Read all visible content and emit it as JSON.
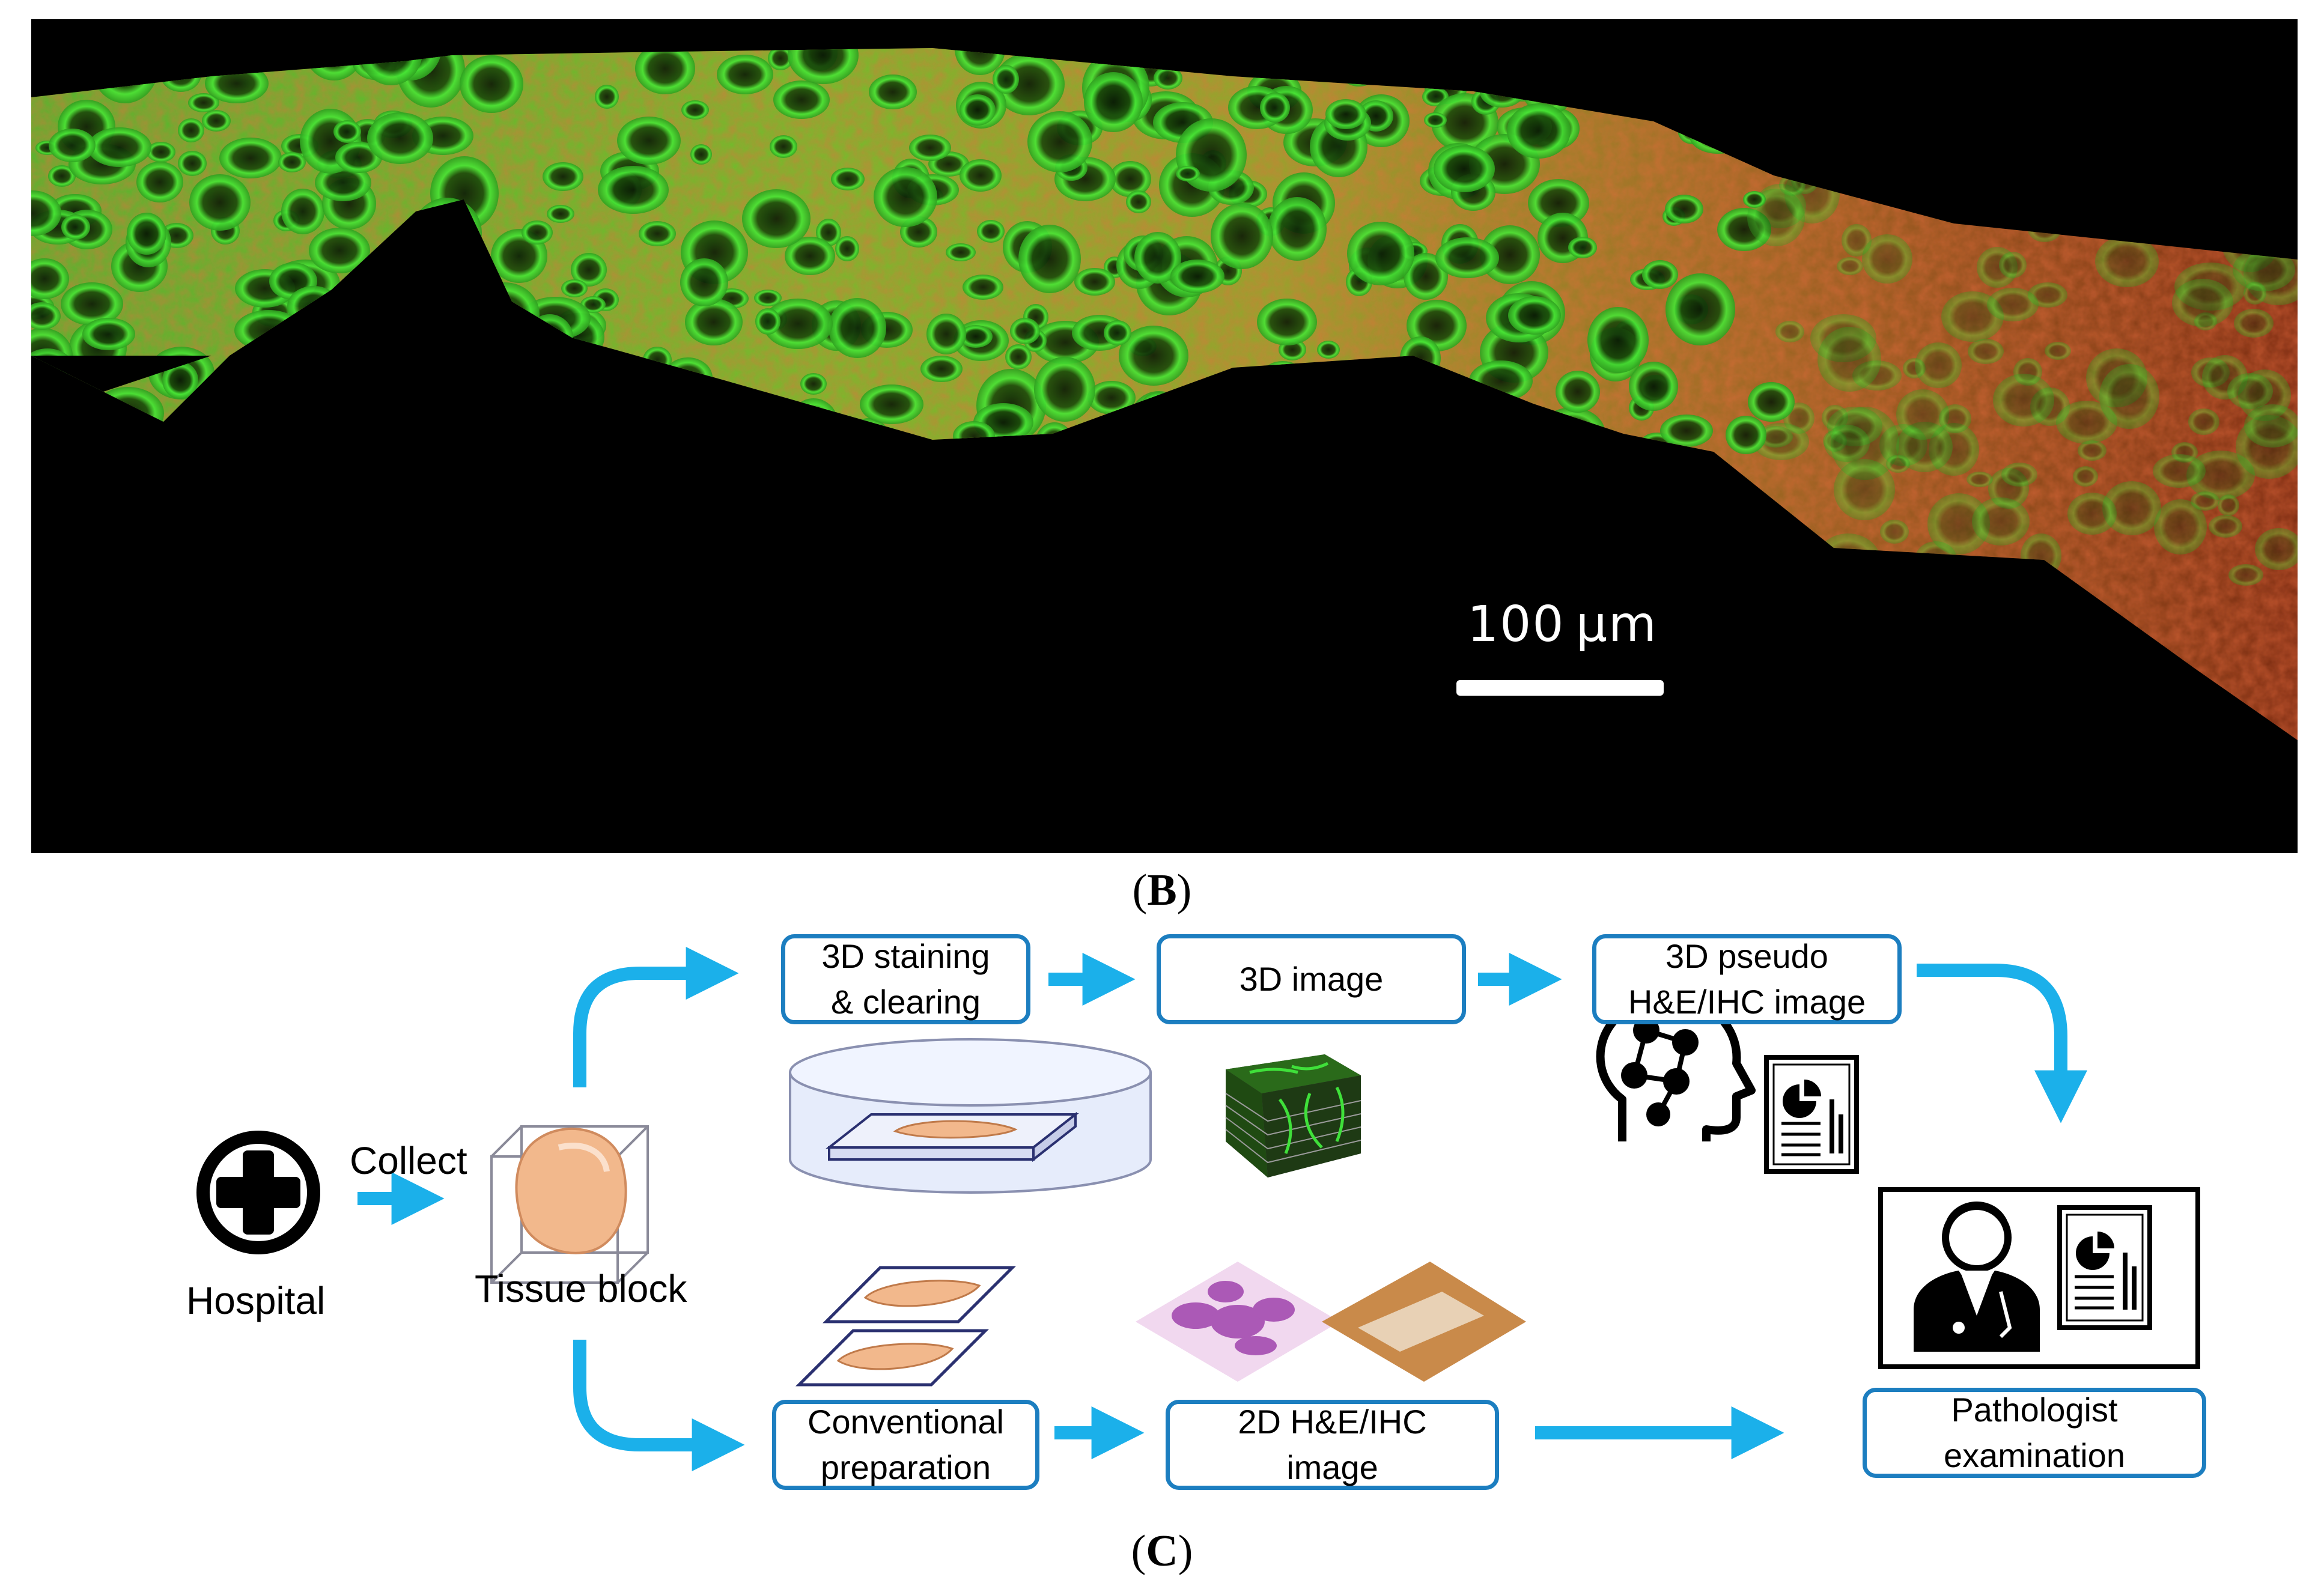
{
  "panel_b": {
    "label_open": "(",
    "label_letter": "B",
    "label_close": ")",
    "scale_bar_text": "100 μm"
  },
  "panel_c": {
    "label_open": "(",
    "label_letter": "C",
    "label_close": ")",
    "hospital_label": "Hospital",
    "collect_label": "Collect",
    "tissue_block_label": "Tissue block",
    "boxes": {
      "staining": "3D staining\n& clearing",
      "image3d": "3D image",
      "pseudo": "3D pseudo\nH&E/IHC image",
      "conventional": "Conventional\npreparation",
      "image2d": "2D H&E/IHC\nimage",
      "pathologist": "Pathologist\nexamination"
    },
    "colors": {
      "arrow": "#1bb0ea",
      "box_border": "#1c7ec0",
      "tissue": "#f2b88c",
      "stain_green": "#3fe03a",
      "stain_red": "#c8401c"
    },
    "icons": [
      "hospital-cross-icon",
      "tissue-block-icon",
      "staining-dish-icon",
      "3d-image-stack-icon",
      "ai-head-icon",
      "report-icon",
      "tissue-slides-icon",
      "he-slide-icon",
      "ihc-slide-icon",
      "pathologist-icon"
    ]
  }
}
